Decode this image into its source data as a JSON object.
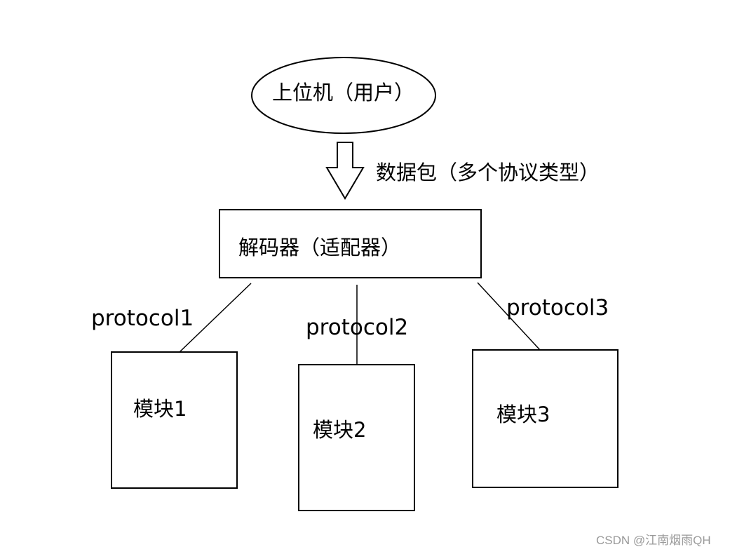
{
  "nodes": {
    "host": "上位机（用户）",
    "packet": "数据包（多个协议类型）",
    "decoder": "解码器（适配器）",
    "modules": [
      "模块1",
      "模块2",
      "模块3"
    ]
  },
  "edges": [
    "protocol1",
    "protocol2",
    "protocol3"
  ],
  "watermark": "CSDN @江南烟雨QH",
  "colors": {
    "stroke": "#000000",
    "background": "#ffffff",
    "watermark": "#999999"
  }
}
